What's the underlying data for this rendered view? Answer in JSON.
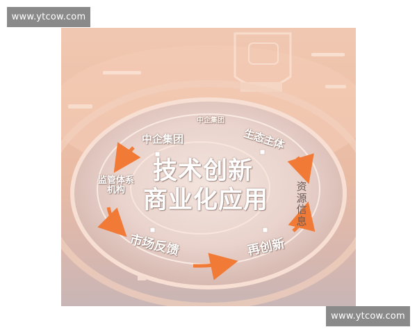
{
  "watermarks": {
    "top": "www.ytcow.com",
    "bottom": "www.ytcow.com"
  },
  "diagram": {
    "center_line_1": "技术创新",
    "center_line_2": "商业化应用",
    "nodes": {
      "zhongqi_jituan": "中企集团",
      "zhongqi_jituan_small": "中企集团",
      "shengtai_zhuti": "生态主体",
      "ziyuan_xinxi": "资源信息",
      "zai_chuangxin": "再创新",
      "shichang_fankui": "市场反馈",
      "jianguan": "监管体系机构"
    },
    "colors": {
      "arrow": "#f07a36",
      "ring": "#f6d6c6",
      "label": "#ffffff"
    }
  }
}
